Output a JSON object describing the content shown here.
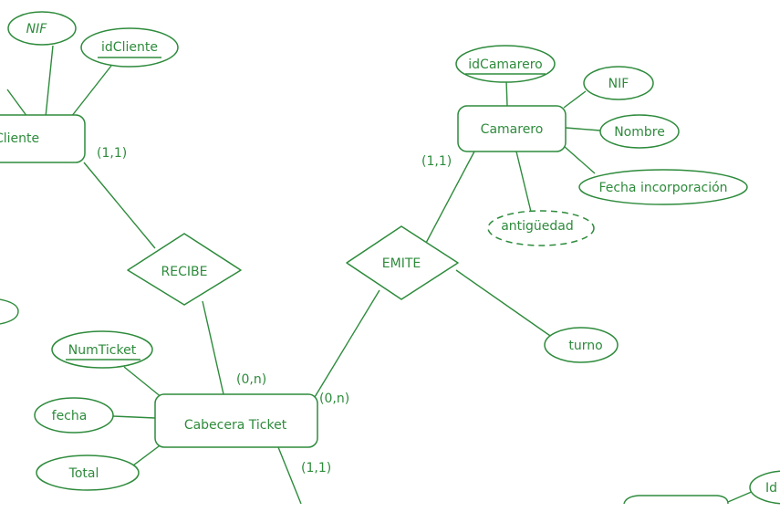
{
  "entities": {
    "cliente": "Cliente",
    "camarero": "Camarero",
    "cabecera_ticket": "Cabecera Ticket"
  },
  "relationships": {
    "recibe": "RECIBE",
    "emite": "EMITE"
  },
  "attributes": {
    "nif_cliente": "NIF",
    "id_cliente": "idCliente",
    "id_camarero": "idCamarero",
    "nif_camarero": "NIF",
    "nombre": "Nombre",
    "fecha_incorporacion": "Fecha incorporación",
    "antiguedad": "antigüedad",
    "turno": "turno",
    "num_ticket": "NumTicket",
    "fecha": "fecha",
    "total": "Total",
    "partial_id": "Id"
  },
  "cardinalities": {
    "cliente_recibe": "(1,1)",
    "camarero_emite": "(1,1)",
    "ticket_recibe": "(0,n)",
    "ticket_emite": "(0,n)",
    "ticket_bottom": "(1,1)"
  },
  "style": {
    "stroke_color": "#2e8b3c",
    "background": "#ffffff"
  }
}
